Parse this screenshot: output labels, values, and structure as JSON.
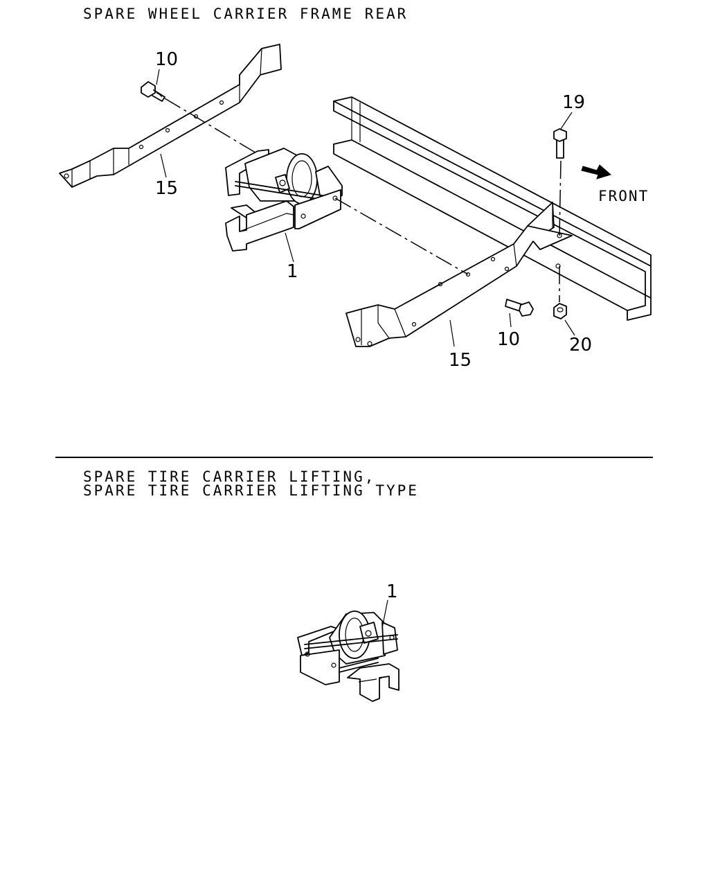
{
  "header": {
    "title": "SPARE WHEEL CARRIER FRAME REAR"
  },
  "section2": {
    "title_line1": "SPARE TIRE CARRIER LIFTING,",
    "title_line2": "SPARE TIRE CARRIER LIFTING TYPE"
  },
  "diagram_top": {
    "callouts": {
      "bolt_left": "10",
      "bracket_left": "15",
      "carrier": "1",
      "bolt_right": "10",
      "bracket_right": "15",
      "bolt_top": "19",
      "nut": "20"
    },
    "direction_label": "FRONT"
  },
  "diagram_bottom": {
    "callouts": {
      "carrier": "1"
    }
  }
}
